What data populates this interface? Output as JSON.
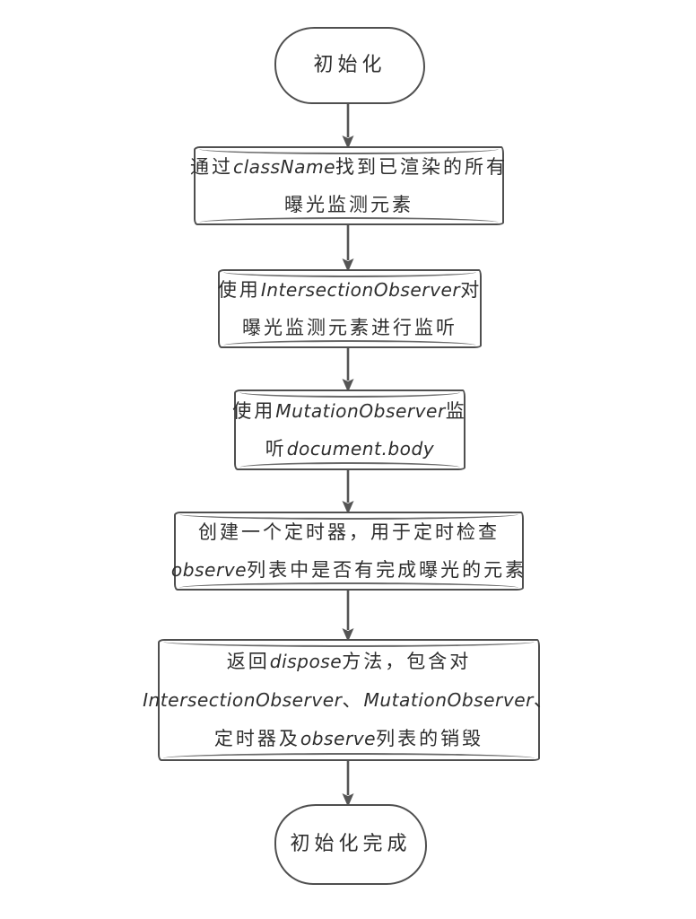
{
  "diagram": {
    "type": "flowchart",
    "style": "hand-drawn-sketch",
    "background": "#ffffff",
    "stroke_color": "#4f4f4f",
    "text_color": "#2e2e2e",
    "nodes": [
      {
        "id": "start",
        "shape": "terminator",
        "lines": [
          "初始化"
        ]
      },
      {
        "id": "find-rendered-elements",
        "shape": "process",
        "lines": [
          "通过className找到已渲染的所有",
          "曝光监测元素"
        ]
      },
      {
        "id": "intersection-observer-listen",
        "shape": "process",
        "lines": [
          "使用IntersectionObserver对",
          "曝光监测元素进行监听"
        ]
      },
      {
        "id": "mutation-observer-body",
        "shape": "process",
        "lines": [
          "使用MutationObserver监",
          "听document.body"
        ]
      },
      {
        "id": "create-timer",
        "shape": "process",
        "lines": [
          "创建一个定时器，用于定时检查",
          "observe列表中是否有完成曝光的元素"
        ]
      },
      {
        "id": "return-dispose",
        "shape": "process",
        "lines": [
          "返回dispose方法，包含对",
          "IntersectionObserver、MutationObserver、",
          "定时器及observe列表的销毁"
        ]
      },
      {
        "id": "end",
        "shape": "terminator",
        "lines": [
          "初始化完成"
        ]
      }
    ],
    "edges": [
      {
        "from": "start",
        "to": "find-rendered-elements",
        "direction": "down"
      },
      {
        "from": "find-rendered-elements",
        "to": "intersection-observer-listen",
        "direction": "down"
      },
      {
        "from": "intersection-observer-listen",
        "to": "mutation-observer-body",
        "direction": "down"
      },
      {
        "from": "mutation-observer-body",
        "to": "create-timer",
        "direction": "down"
      },
      {
        "from": "create-timer",
        "to": "return-dispose",
        "direction": "down"
      },
      {
        "from": "return-dispose",
        "to": "end",
        "direction": "down"
      }
    ]
  }
}
